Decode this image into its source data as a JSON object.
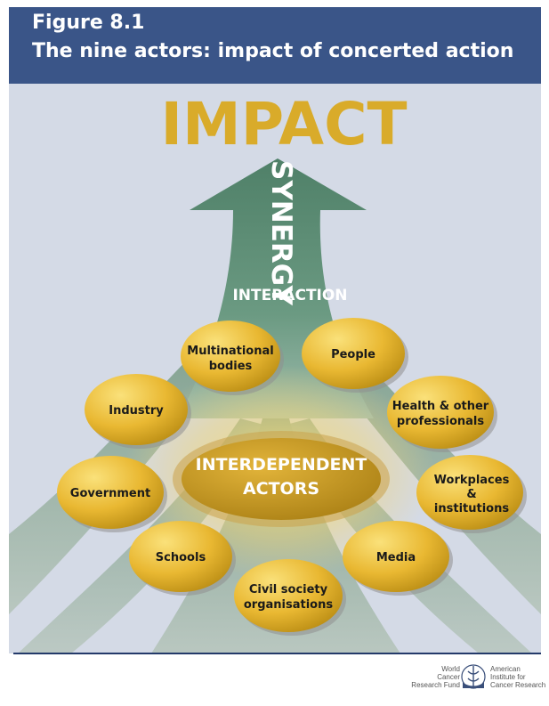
{
  "figure": {
    "number": "Figure 8.1",
    "title": "The nine actors: impact of concerted action"
  },
  "diagram": {
    "impact": "IMPACT",
    "synergy": "SYNERGY",
    "interaction": "INTERACTION",
    "center": [
      "INTERDEPENDENT",
      "ACTORS"
    ],
    "actors": [
      {
        "lines": [
          "Multinational",
          "bodies"
        ]
      },
      {
        "lines": [
          "People"
        ]
      },
      {
        "lines": [
          "Industry"
        ]
      },
      {
        "lines": [
          "Health & other",
          "professionals"
        ]
      },
      {
        "lines": [
          "Government"
        ]
      },
      {
        "lines": [
          "Workplaces",
          "&",
          "institutions"
        ]
      },
      {
        "lines": [
          "Schools"
        ]
      },
      {
        "lines": [
          "Media"
        ]
      },
      {
        "lines": [
          "Civil society",
          "organisations"
        ]
      }
    ]
  },
  "logos": {
    "wcrf": [
      "World",
      "Cancer",
      "Research Fund"
    ],
    "aicr": [
      "American",
      "Institute for",
      "Cancer Research"
    ]
  },
  "colors": {
    "header": "#3a5588",
    "panel": "#d4dae6",
    "arrow": "#5d8a72",
    "impact": "#d9ab2a",
    "oval": "#e6b62e"
  }
}
